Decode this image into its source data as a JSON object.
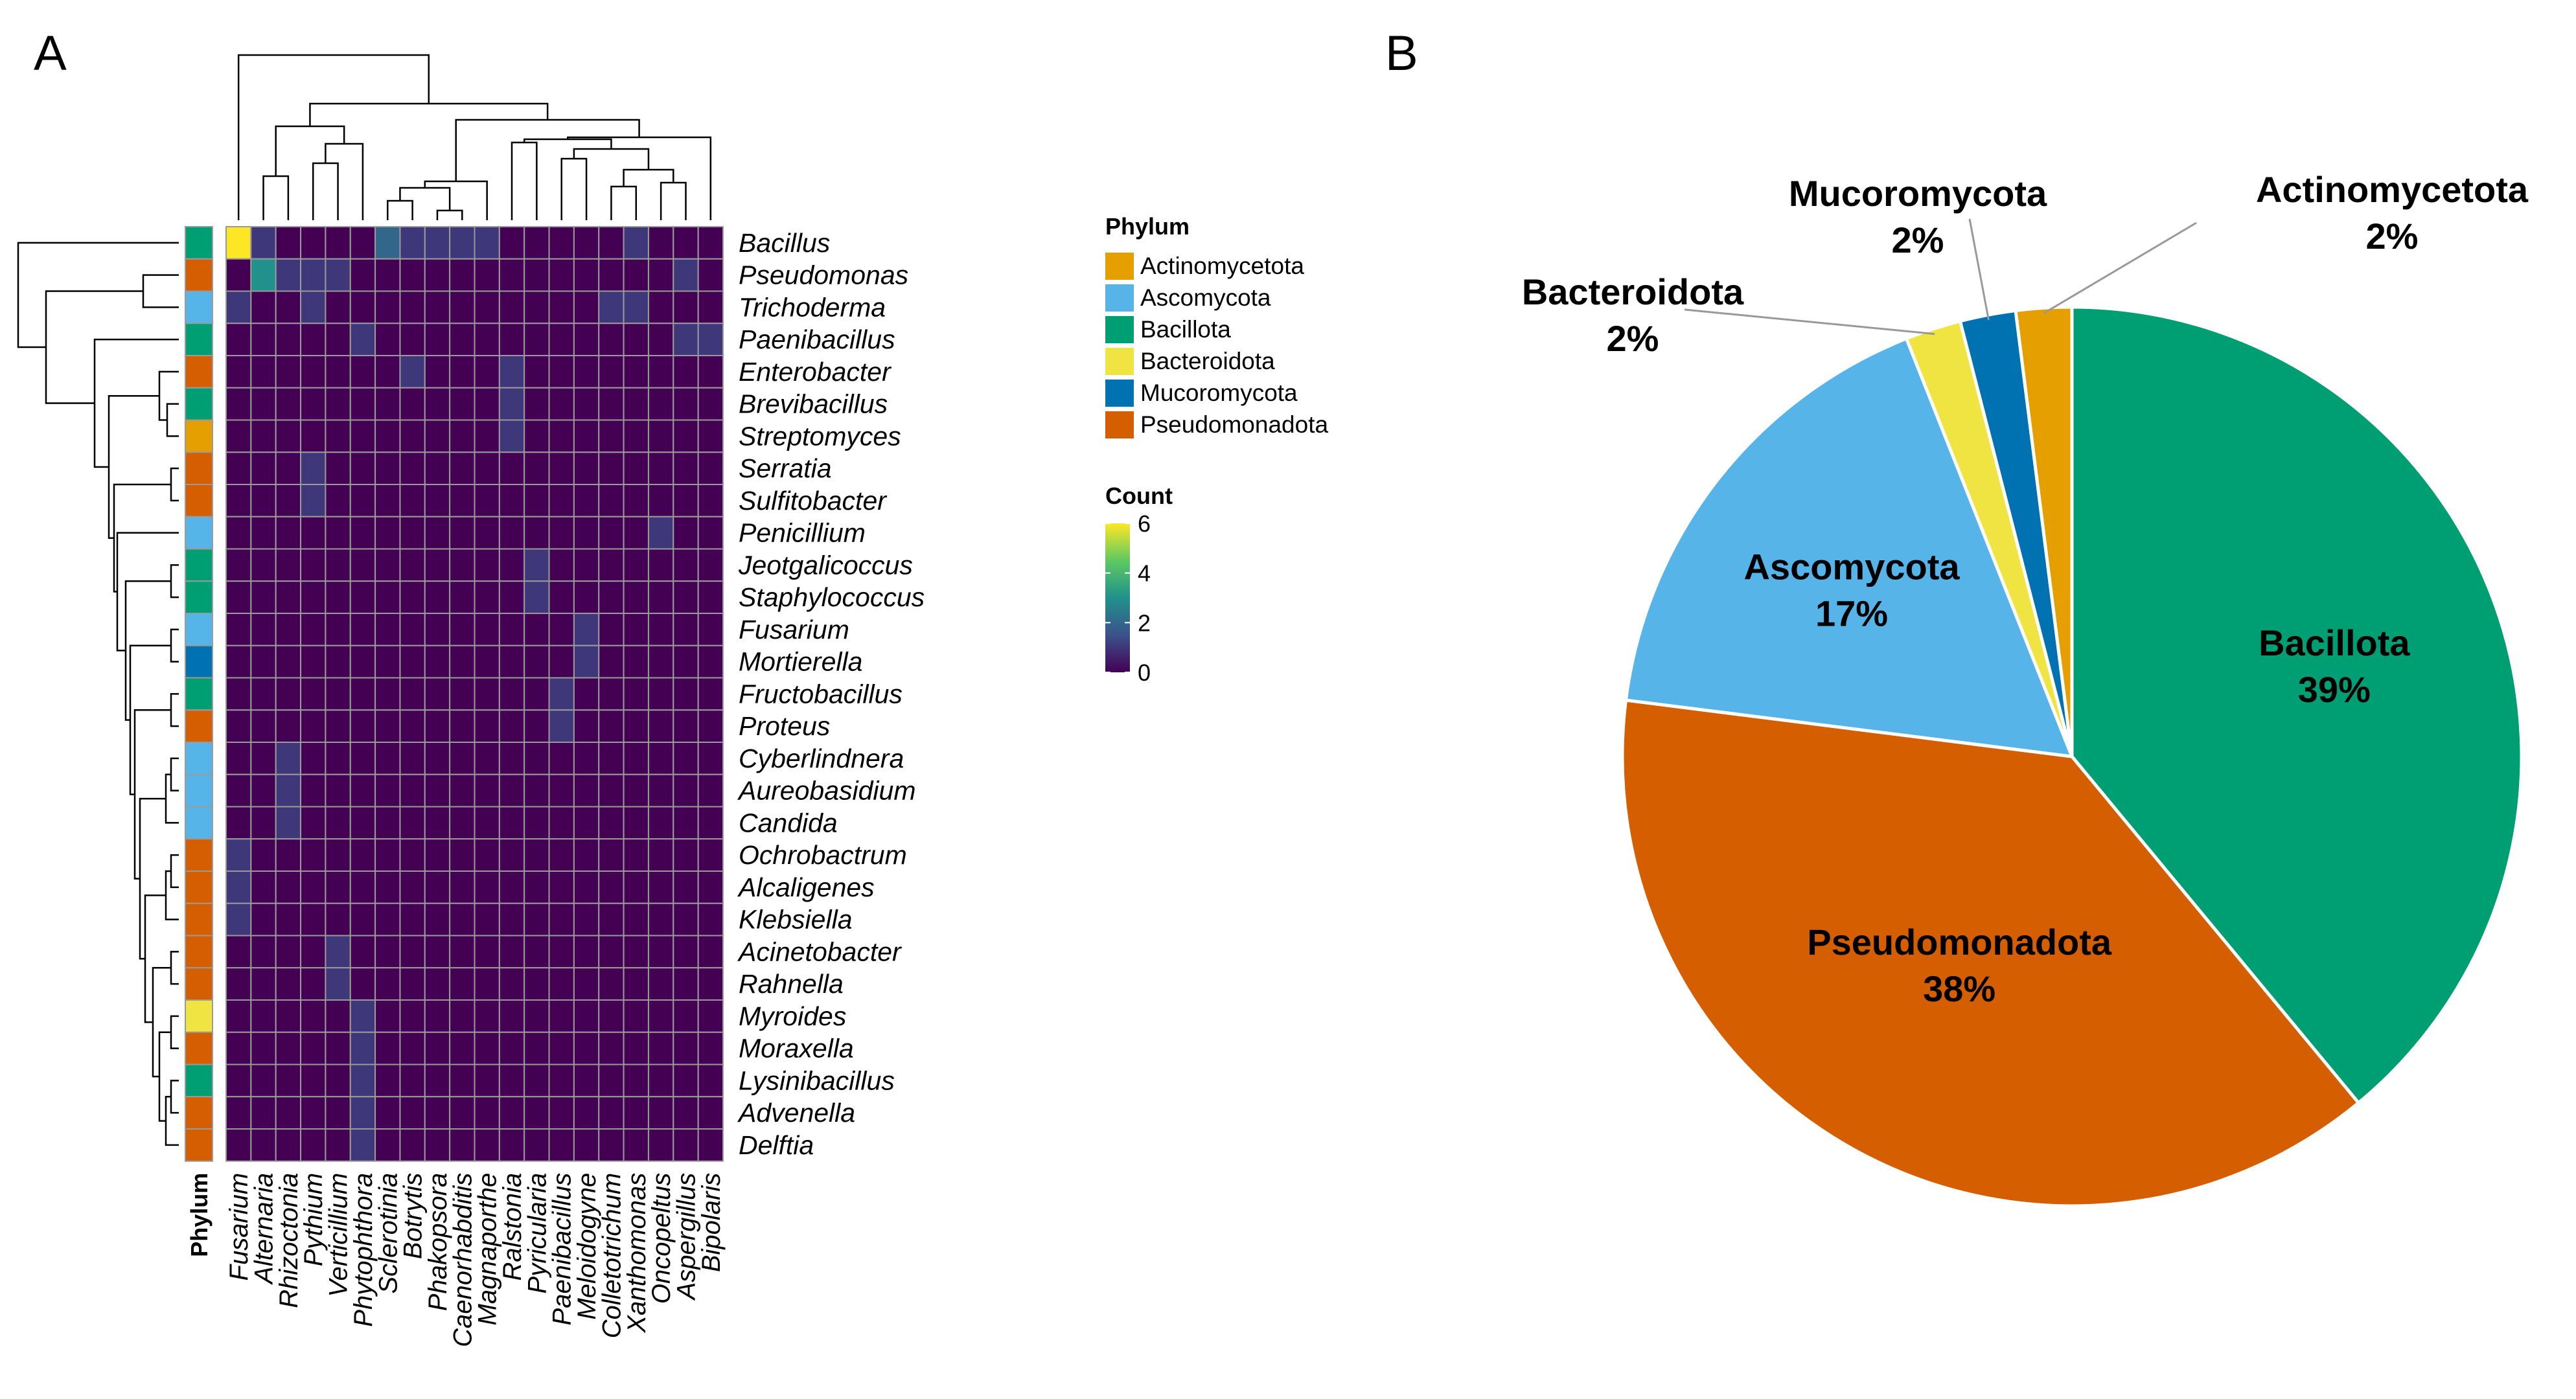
{
  "panels": {
    "a": "A",
    "b": "B"
  },
  "colors": {
    "phylum": {
      "Actinomycetota": "#E69F00",
      "Ascomycota": "#56B4E9",
      "Bacillota": "#009E73",
      "Bacteroidota": "#F0E442",
      "Mucoromycota": "#0072B2",
      "Pseudomonadota": "#D55E00"
    },
    "viridis": [
      "#440154",
      "#3B528B",
      "#21918C",
      "#5EC962",
      "#FDE725"
    ]
  },
  "chart_data": [
    {
      "type": "heatmap",
      "panel": "A",
      "rows": [
        "Bacillus",
        "Pseudomonas",
        "Trichoderma",
        "Paenibacillus",
        "Enterobacter",
        "Brevibacillus",
        "Streptomyces",
        "Serratia",
        "Sulfitobacter",
        "Penicillium",
        "Jeotgalicoccus",
        "Staphylococcus",
        "Fusarium",
        "Mortierella",
        "Fructobacillus",
        "Proteus",
        "Cyberlindnera",
        "Aureobasidium",
        "Candida",
        "Ochrobactrum",
        "Alcaligenes",
        "Klebsiella",
        "Acinetobacter",
        "Rahnella",
        "Myroides",
        "Moraxella",
        "Lysinibacillus",
        "Advenella",
        "Delftia"
      ],
      "row_phylum": [
        "Bacillota",
        "Pseudomonadota",
        "Ascomycota",
        "Bacillota",
        "Pseudomonadota",
        "Bacillota",
        "Actinomycetota",
        "Pseudomonadota",
        "Pseudomonadota",
        "Ascomycota",
        "Bacillota",
        "Bacillota",
        "Ascomycota",
        "Mucoromycota",
        "Bacillota",
        "Pseudomonadota",
        "Ascomycota",
        "Ascomycota",
        "Ascomycota",
        "Pseudomonadota",
        "Pseudomonadota",
        "Pseudomonadota",
        "Pseudomonadota",
        "Pseudomonadota",
        "Bacteroidota",
        "Pseudomonadota",
        "Bacillota",
        "Pseudomonadota",
        "Pseudomonadota"
      ],
      "columns": [
        "Fusarium",
        "Alternaria",
        "Rhizoctonia",
        "Pythium",
        "Verticillium",
        "Phytophthora",
        "Sclerotinia",
        "Botrytis",
        "Phakopsora",
        "Caenorhabditis",
        "Magnaporthe",
        "Ralstonia",
        "Pyricularia",
        "Paenibacillus",
        "Meloidogyne",
        "Colletotrichum",
        "Xanthomonas",
        "Oncopeltus",
        "Aspergillus",
        "Bipolaris"
      ],
      "values": [
        [
          6,
          1,
          0,
          0,
          0,
          0,
          2,
          1,
          1,
          1,
          1,
          0,
          0,
          0,
          0,
          0,
          1,
          0,
          0,
          0
        ],
        [
          0,
          3,
          1,
          1,
          1,
          0,
          0,
          0,
          0,
          0,
          0,
          0,
          0,
          0,
          0,
          0,
          0,
          0,
          1,
          0
        ],
        [
          1,
          0,
          0,
          1,
          0,
          0,
          0,
          0,
          0,
          0,
          0,
          0,
          0,
          0,
          0,
          1,
          1,
          0,
          0,
          0
        ],
        [
          0,
          0,
          0,
          0,
          0,
          1,
          0,
          0,
          0,
          0,
          0,
          0,
          0,
          0,
          0,
          0,
          0,
          0,
          1,
          1
        ],
        [
          0,
          0,
          0,
          0,
          0,
          0,
          0,
          1,
          0,
          0,
          0,
          1,
          0,
          0,
          0,
          0,
          0,
          0,
          0,
          0
        ],
        [
          0,
          0,
          0,
          0,
          0,
          0,
          0,
          0,
          0,
          0,
          0,
          1,
          0,
          0,
          0,
          0,
          0,
          0,
          0,
          0
        ],
        [
          0,
          0,
          0,
          0,
          0,
          0,
          0,
          0,
          0,
          0,
          0,
          1,
          0,
          0,
          0,
          0,
          0,
          0,
          0,
          0
        ],
        [
          0,
          0,
          0,
          1,
          0,
          0,
          0,
          0,
          0,
          0,
          0,
          0,
          0,
          0,
          0,
          0,
          0,
          0,
          0,
          0
        ],
        [
          0,
          0,
          0,
          1,
          0,
          0,
          0,
          0,
          0,
          0,
          0,
          0,
          0,
          0,
          0,
          0,
          0,
          0,
          0,
          0
        ],
        [
          0,
          0,
          0,
          0,
          0,
          0,
          0,
          0,
          0,
          0,
          0,
          0,
          0,
          0,
          0,
          0,
          0,
          1,
          0,
          0
        ],
        [
          0,
          0,
          0,
          0,
          0,
          0,
          0,
          0,
          0,
          0,
          0,
          0,
          1,
          0,
          0,
          0,
          0,
          0,
          0,
          0
        ],
        [
          0,
          0,
          0,
          0,
          0,
          0,
          0,
          0,
          0,
          0,
          0,
          0,
          1,
          0,
          0,
          0,
          0,
          0,
          0,
          0
        ],
        [
          0,
          0,
          0,
          0,
          0,
          0,
          0,
          0,
          0,
          0,
          0,
          0,
          0,
          0,
          1,
          0,
          0,
          0,
          0,
          0
        ],
        [
          0,
          0,
          0,
          0,
          0,
          0,
          0,
          0,
          0,
          0,
          0,
          0,
          0,
          0,
          1,
          0,
          0,
          0,
          0,
          0
        ],
        [
          0,
          0,
          0,
          0,
          0,
          0,
          0,
          0,
          0,
          0,
          0,
          0,
          0,
          1,
          0,
          0,
          0,
          0,
          0,
          0
        ],
        [
          0,
          0,
          0,
          0,
          0,
          0,
          0,
          0,
          0,
          0,
          0,
          0,
          0,
          1,
          0,
          0,
          0,
          0,
          0,
          0
        ],
        [
          0,
          0,
          1,
          0,
          0,
          0,
          0,
          0,
          0,
          0,
          0,
          0,
          0,
          0,
          0,
          0,
          0,
          0,
          0,
          0
        ],
        [
          0,
          0,
          1,
          0,
          0,
          0,
          0,
          0,
          0,
          0,
          0,
          0,
          0,
          0,
          0,
          0,
          0,
          0,
          0,
          0
        ],
        [
          0,
          0,
          1,
          0,
          0,
          0,
          0,
          0,
          0,
          0,
          0,
          0,
          0,
          0,
          0,
          0,
          0,
          0,
          0,
          0
        ],
        [
          1,
          0,
          0,
          0,
          0,
          0,
          0,
          0,
          0,
          0,
          0,
          0,
          0,
          0,
          0,
          0,
          0,
          0,
          0,
          0
        ],
        [
          1,
          0,
          0,
          0,
          0,
          0,
          0,
          0,
          0,
          0,
          0,
          0,
          0,
          0,
          0,
          0,
          0,
          0,
          0,
          0
        ],
        [
          1,
          0,
          0,
          0,
          0,
          0,
          0,
          0,
          0,
          0,
          0,
          0,
          0,
          0,
          0,
          0,
          0,
          0,
          0,
          0
        ],
        [
          0,
          0,
          0,
          0,
          1,
          0,
          0,
          0,
          0,
          0,
          0,
          0,
          0,
          0,
          0,
          0,
          0,
          0,
          0,
          0
        ],
        [
          0,
          0,
          0,
          0,
          1,
          0,
          0,
          0,
          0,
          0,
          0,
          0,
          0,
          0,
          0,
          0,
          0,
          0,
          0,
          0
        ],
        [
          0,
          0,
          0,
          0,
          0,
          1,
          0,
          0,
          0,
          0,
          0,
          0,
          0,
          0,
          0,
          0,
          0,
          0,
          0,
          0
        ],
        [
          0,
          0,
          0,
          0,
          0,
          1,
          0,
          0,
          0,
          0,
          0,
          0,
          0,
          0,
          0,
          0,
          0,
          0,
          0,
          0
        ],
        [
          0,
          0,
          0,
          0,
          0,
          1,
          0,
          0,
          0,
          0,
          0,
          0,
          0,
          0,
          0,
          0,
          0,
          0,
          0,
          0
        ],
        [
          0,
          0,
          0,
          0,
          0,
          1,
          0,
          0,
          0,
          0,
          0,
          0,
          0,
          0,
          0,
          0,
          0,
          0,
          0,
          0
        ],
        [
          0,
          0,
          0,
          0,
          0,
          1,
          0,
          0,
          0,
          0,
          0,
          0,
          0,
          0,
          0,
          0,
          0,
          0,
          0,
          0
        ]
      ],
      "annotation_label": "Phylum",
      "legend": {
        "phylum_title": "Phylum",
        "phylum_entries": [
          "Actinomycetota",
          "Ascomycota",
          "Bacillota",
          "Bacteroidota",
          "Mucoromycota",
          "Pseudomonadota"
        ],
        "count_title": "Count",
        "count_ticks": [
          0,
          2,
          4,
          6
        ],
        "count_range": [
          0,
          6
        ]
      },
      "row_dendrogram": true,
      "column_dendrogram": true
    },
    {
      "type": "pie",
      "panel": "B",
      "slices": [
        {
          "label": "Bacillota",
          "value": 39,
          "text": "39%",
          "color": "#009E73"
        },
        {
          "label": "Pseudomonadota",
          "value": 38,
          "text": "38%",
          "color": "#D55E00"
        },
        {
          "label": "Ascomycota",
          "value": 17,
          "text": "17%",
          "color": "#56B4E9"
        },
        {
          "label": "Bacteroidota",
          "value": 2,
          "text": "2%",
          "color": "#F0E442"
        },
        {
          "label": "Mucoromycota",
          "value": 2,
          "text": "2%",
          "color": "#0072B2"
        },
        {
          "label": "Actinomycetota",
          "value": 2,
          "text": "2%",
          "color": "#E69F00"
        }
      ],
      "start": "12 o'clock",
      "direction": "clockwise"
    }
  ]
}
